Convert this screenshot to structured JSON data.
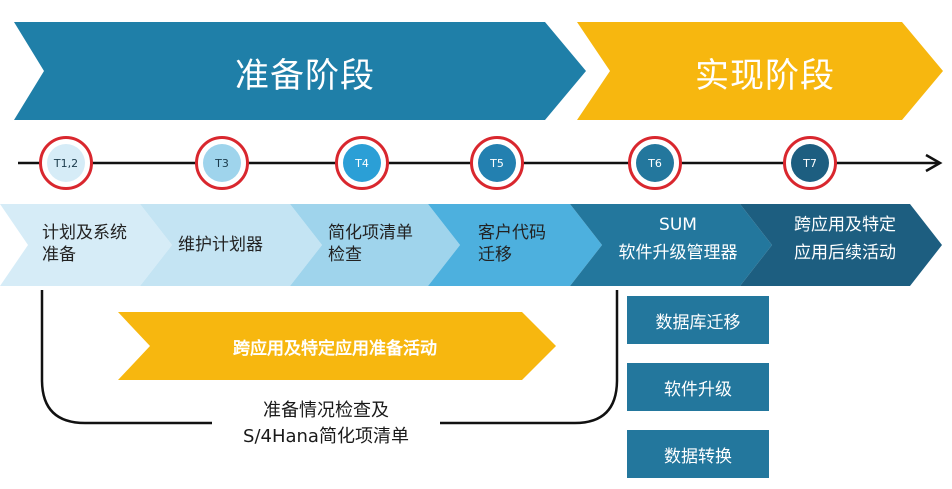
{
  "phases": {
    "prep_label": "准备阶段",
    "impl_label": "实现阶段"
  },
  "milestones": [
    {
      "label": "T1,2"
    },
    {
      "label": "T3"
    },
    {
      "label": "T4"
    },
    {
      "label": "T5"
    },
    {
      "label": "T6"
    },
    {
      "label": "T7"
    }
  ],
  "steps": [
    {
      "line1": "计划及系统",
      "line2": "准备"
    },
    {
      "line1": "维护计划器",
      "line2": ""
    },
    {
      "line1": "简化项清单",
      "line2": "检查"
    },
    {
      "line1": "客户代码",
      "line2": "迁移"
    },
    {
      "line1": "SUM",
      "line2": "软件升级管理器"
    },
    {
      "line1": "跨应用及特定",
      "line2": "应用后续活动"
    }
  ],
  "prep_activity": "跨应用及特定应用准备活动",
  "bracket": {
    "line1": "准备情况检查及",
    "line2": "S/4Hana简化项清单"
  },
  "side_boxes": [
    {
      "label": "数据库迁移"
    },
    {
      "label": "软件升级"
    },
    {
      "label": "数据转换"
    }
  ],
  "colors": {
    "prep_phase": "#1f7fa8",
    "impl_phase": "#f7b70f",
    "milestone_ring": "#d9272e",
    "timeline": "#111111",
    "side_box": "#23779d"
  }
}
